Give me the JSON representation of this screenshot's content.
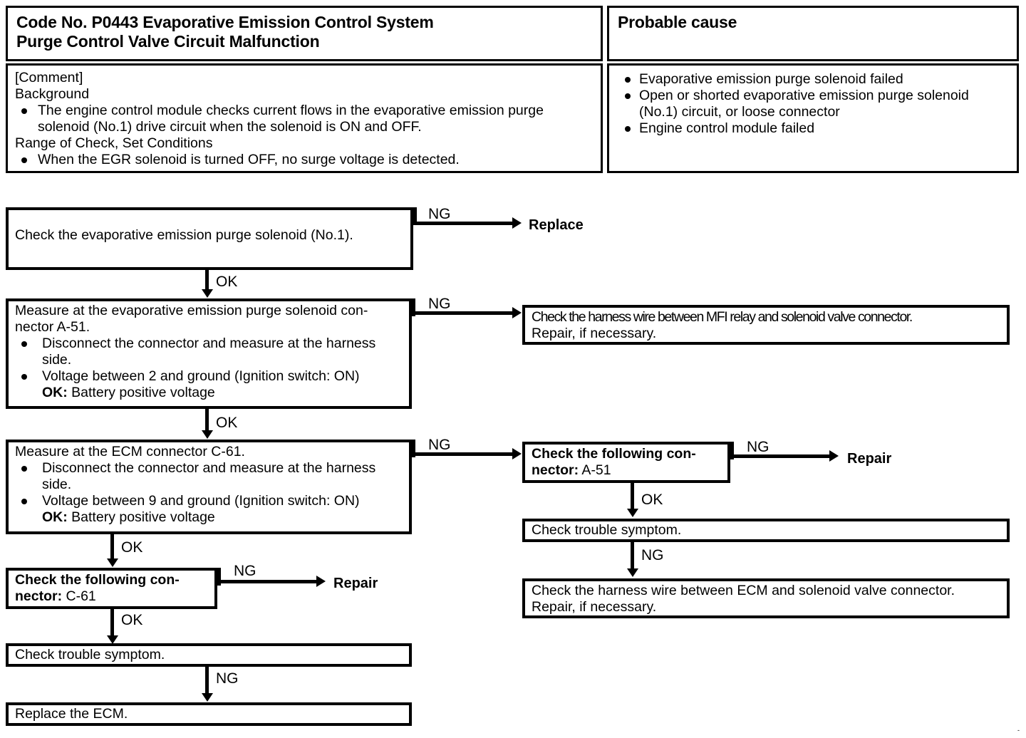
{
  "header": {
    "code_title": "Code No. P0443 Evaporative Emission Control System Purge Control Valve Circuit Malfunction",
    "code_title_line1": "Code No. P0443 Evaporative Emission Control System",
    "code_title_line2": "Purge Control Valve Circuit Malfunction",
    "probable_cause_title": "Probable cause",
    "comment_label": "[Comment]",
    "background_label": "Background",
    "background_bullet_line1": "The engine control module checks current flows in the evaporative emission purge",
    "background_bullet_line2": "solenoid (No.1) drive circuit when the  solenoid is ON and OFF.",
    "range_label": "Range of Check, Set Conditions",
    "range_bullet": "When the EGR solenoid is turned OFF, no surge voltage is detected.",
    "causes": [
      {
        "line1": "Evaporative emission purge solenoid failed",
        "line2": ""
      },
      {
        "line1": "Open or shorted evaporative emission purge solenoid",
        "line2": "(No.1) circuit,   or loose connector"
      },
      {
        "line1": "Engine control module failed",
        "line2": ""
      }
    ]
  },
  "flow": {
    "box1": {
      "text": "Check  the  evaporative  emission  purge  solenoid  (No.1)."
    },
    "box2": {
      "line1": "Measure at the evaporative emission purge solenoid con-",
      "line2": "nector  A-51.",
      "b1_line1": "Disconnect the connector and measure at the harness",
      "b1_line2": "side.",
      "b2_line1": "Voltage between 2 and ground (Ignition switch: ON)",
      "ok_label": "OK:",
      "ok_value": " Battery positive voltage"
    },
    "box3": {
      "line1": "Measure at the ECM connector C-61.",
      "b1_line1": "Disconnect the connector and measure at the harness",
      "b1_line2": "side.",
      "b2_line1": "Voltage between 9 and ground (Ignition switch: ON)",
      "ok_label": "OK:",
      "ok_value": " Battery positive voltage"
    },
    "box4_c61": {
      "bold_line1": "Check  the  following  con-",
      "bold_line2": "nector:",
      "value": " C-61"
    },
    "box5": {
      "text": "Check trouble symptom."
    },
    "box6": {
      "text": "Replace the ECM."
    },
    "right_box_mfi": {
      "line1": "Check the harness wire between MFI relay and solenoid valve connector.",
      "line2": "Repair,  if  necessary."
    },
    "right_box_a51": {
      "bold_line1": "Check  the  following  con-",
      "bold_line2": "nector:",
      "value": " A-51"
    },
    "right_box_symptom": {
      "text": "Check trouble symptom."
    },
    "right_box_ecm_harness": {
      "line1": "Check the harness wire between ECM and solenoid valve connector.",
      "line2": "Repair,  if  necessary."
    },
    "terminals": {
      "replace": "Replace",
      "repair_left": "Repair",
      "repair_right": "Repair"
    },
    "labels": {
      "ng1": "NG",
      "ok1": "OK",
      "ng2": "NG",
      "ok2": "OK",
      "ng3": "NG",
      "ok3": "OK",
      "ng4": "NG",
      "ok4": "OK",
      "ng5": "NG",
      "ng6": "NG",
      "ok6": "OK",
      "ng7": "NG"
    }
  },
  "page_marker": "-"
}
